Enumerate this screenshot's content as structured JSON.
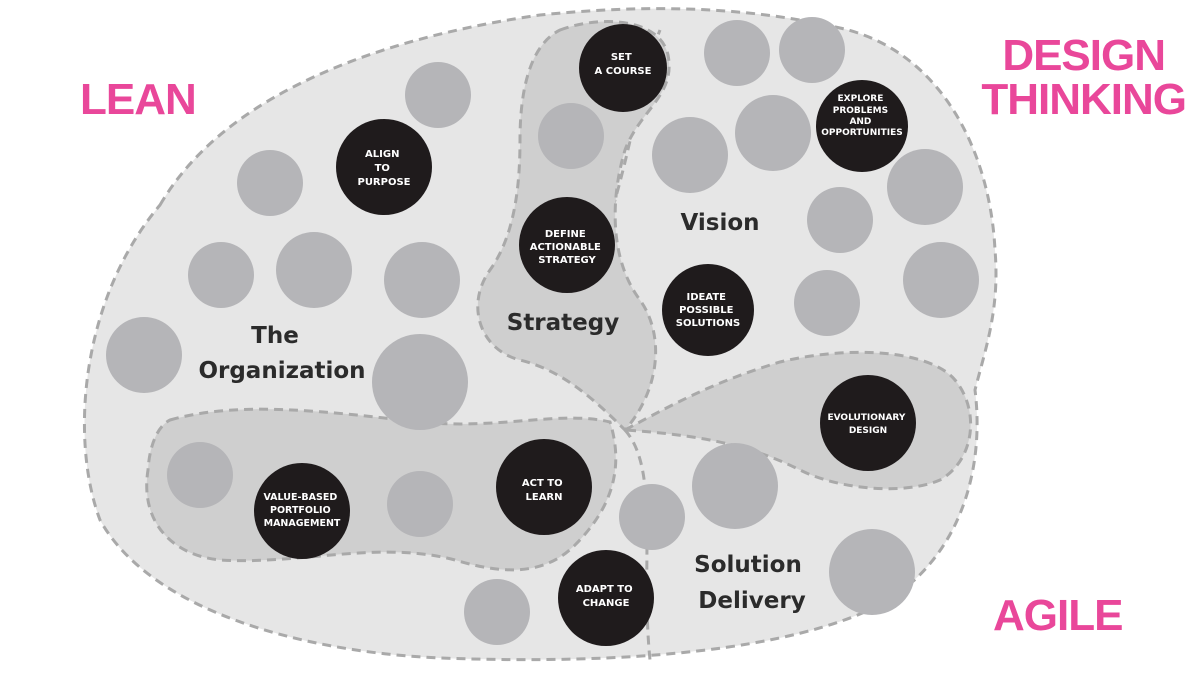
{
  "corners": {
    "lean": "LEAN",
    "design_thinking": [
      "DESIGN",
      "THINKING"
    ],
    "agile": "AGILE"
  },
  "regions": {
    "organization": [
      "The",
      "Organization"
    ],
    "strategy": [
      "Strategy"
    ],
    "vision": [
      "Vision"
    ],
    "solution_delivery": [
      "Solution",
      "Delivery"
    ]
  },
  "nodes": {
    "set_a_course": [
      "SET",
      "A COURSE"
    ],
    "align_to_purpose": [
      "ALIGN",
      "TO",
      "PURPOSE"
    ],
    "explore": [
      "EXPLORE",
      "PROBLEMS",
      "AND",
      "OPPORTUNITIES"
    ],
    "define_strategy": [
      "DEFINE",
      "ACTIONABLE",
      "STRATEGY"
    ],
    "ideate": [
      "IDEATE",
      "POSSIBLE",
      "SOLUTIONS"
    ],
    "evolutionary_design": [
      "EVOLUTIONARY",
      "DESIGN"
    ],
    "value_based_pm": [
      "VALUE-BASED",
      "PORTFOLIO",
      "MANAGEMENT"
    ],
    "act_to_learn": [
      "ACT TO",
      "LEARN"
    ],
    "adapt_to_change": [
      "ADAPT TO",
      "CHANGE"
    ]
  },
  "colors": {
    "accent_pink": "#e9479a",
    "outer_fill": "#e6e6e6",
    "inner_fill": "#cfcfcf",
    "gray_circle": "#b5b5b8",
    "dark_circle": "#1f1b1c",
    "dash_stroke": "#a9a9a9"
  }
}
